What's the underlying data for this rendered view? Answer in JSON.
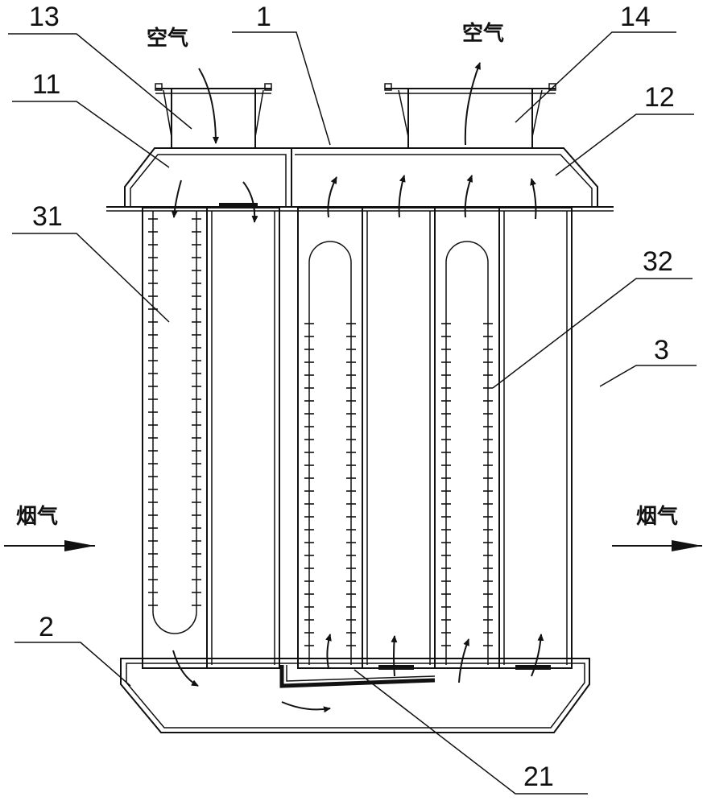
{
  "labels": {
    "l1": "1",
    "l2": "2",
    "l3": "3",
    "l11": "11",
    "l12": "12",
    "l13": "13",
    "l14": "14",
    "l21": "21",
    "l31": "31",
    "l32": "32"
  },
  "annotations": {
    "air_in": "空气",
    "air_out": "空气",
    "flue_in": "烟气",
    "flue_out": "烟气"
  }
}
